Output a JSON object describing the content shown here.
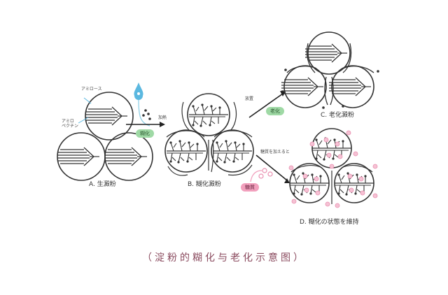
{
  "diagram": {
    "title_caption": "（淀粉的糊化与老化示意图）",
    "colors": {
      "line": "#333333",
      "water_drop": "#5bb8e0",
      "gelatinization_pill": "#9fd9a5",
      "sugar_pill": "#f2a0bd",
      "sugar_dot": "#e98fb0",
      "caption": "#8a4a5e"
    },
    "stages": {
      "A": {
        "label": "A. 生澱粉",
        "annotations": {
          "amylose": "アミロース",
          "amylopectin_line1": "アミロ",
          "amylopectin_line2": "ペクチン"
        }
      },
      "B": {
        "label": "B. 糊化澱粉"
      },
      "C": {
        "label": "C. 老化澱粉"
      },
      "D": {
        "label": "D. 糊化の状態を維持"
      }
    },
    "arrows": {
      "a_to_b": {
        "text": "加熱",
        "pill": "糊化"
      },
      "b_to_c": {
        "text": "放置",
        "pill": "老化"
      },
      "b_to_d": {
        "text": "糖質を加えると",
        "pill": "糖質"
      }
    }
  }
}
